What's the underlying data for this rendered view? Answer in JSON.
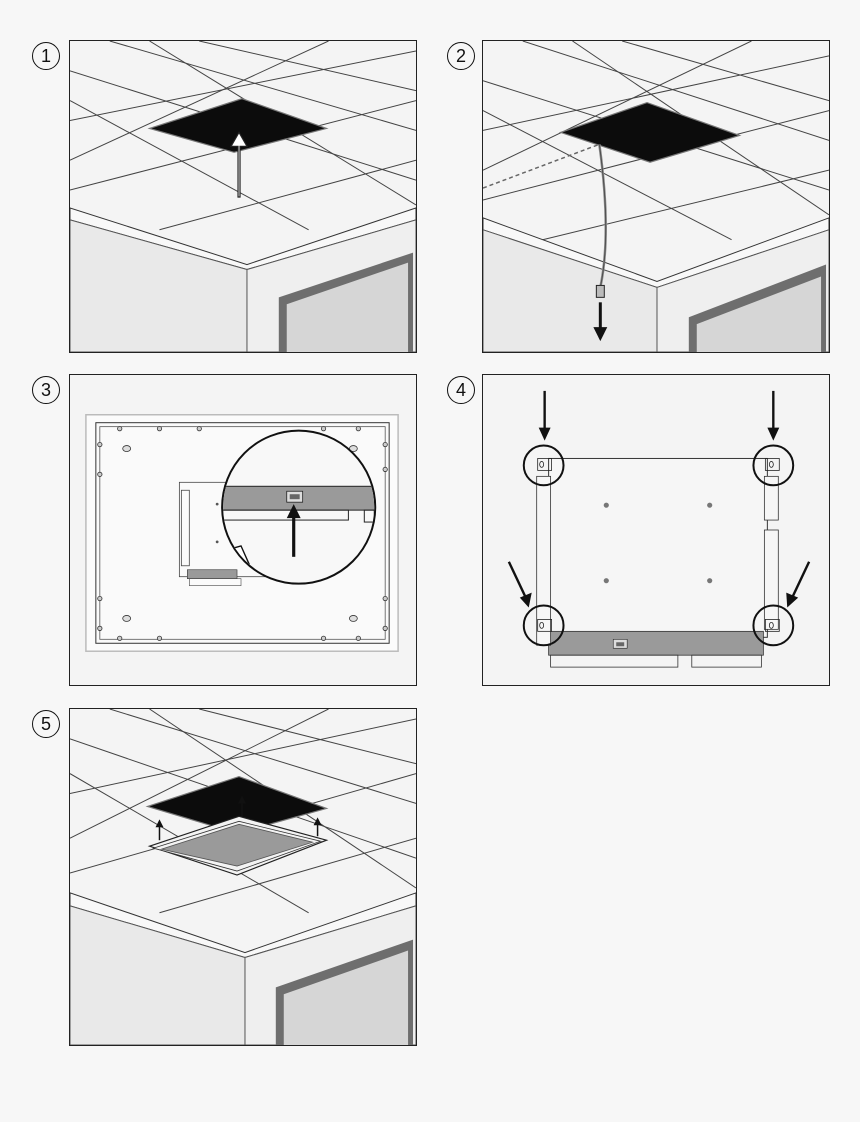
{
  "steps": [
    {
      "number": "1"
    },
    {
      "number": "2"
    },
    {
      "number": "3"
    },
    {
      "number": "4"
    },
    {
      "number": "5"
    }
  ],
  "colors": {
    "background": "#f7f7f7",
    "line": "#222222",
    "ceiling_hole": "#0c0c0c",
    "panel_fill": "#9a9a9a",
    "window_frame": "#6e6e6e",
    "window_glass": "#d6d6d6",
    "wall": "#eeeeee"
  },
  "icons": [
    "up-arrow-icon",
    "down-arrow-icon",
    "magnifier-circle-icon",
    "mounting-tab-icon"
  ]
}
